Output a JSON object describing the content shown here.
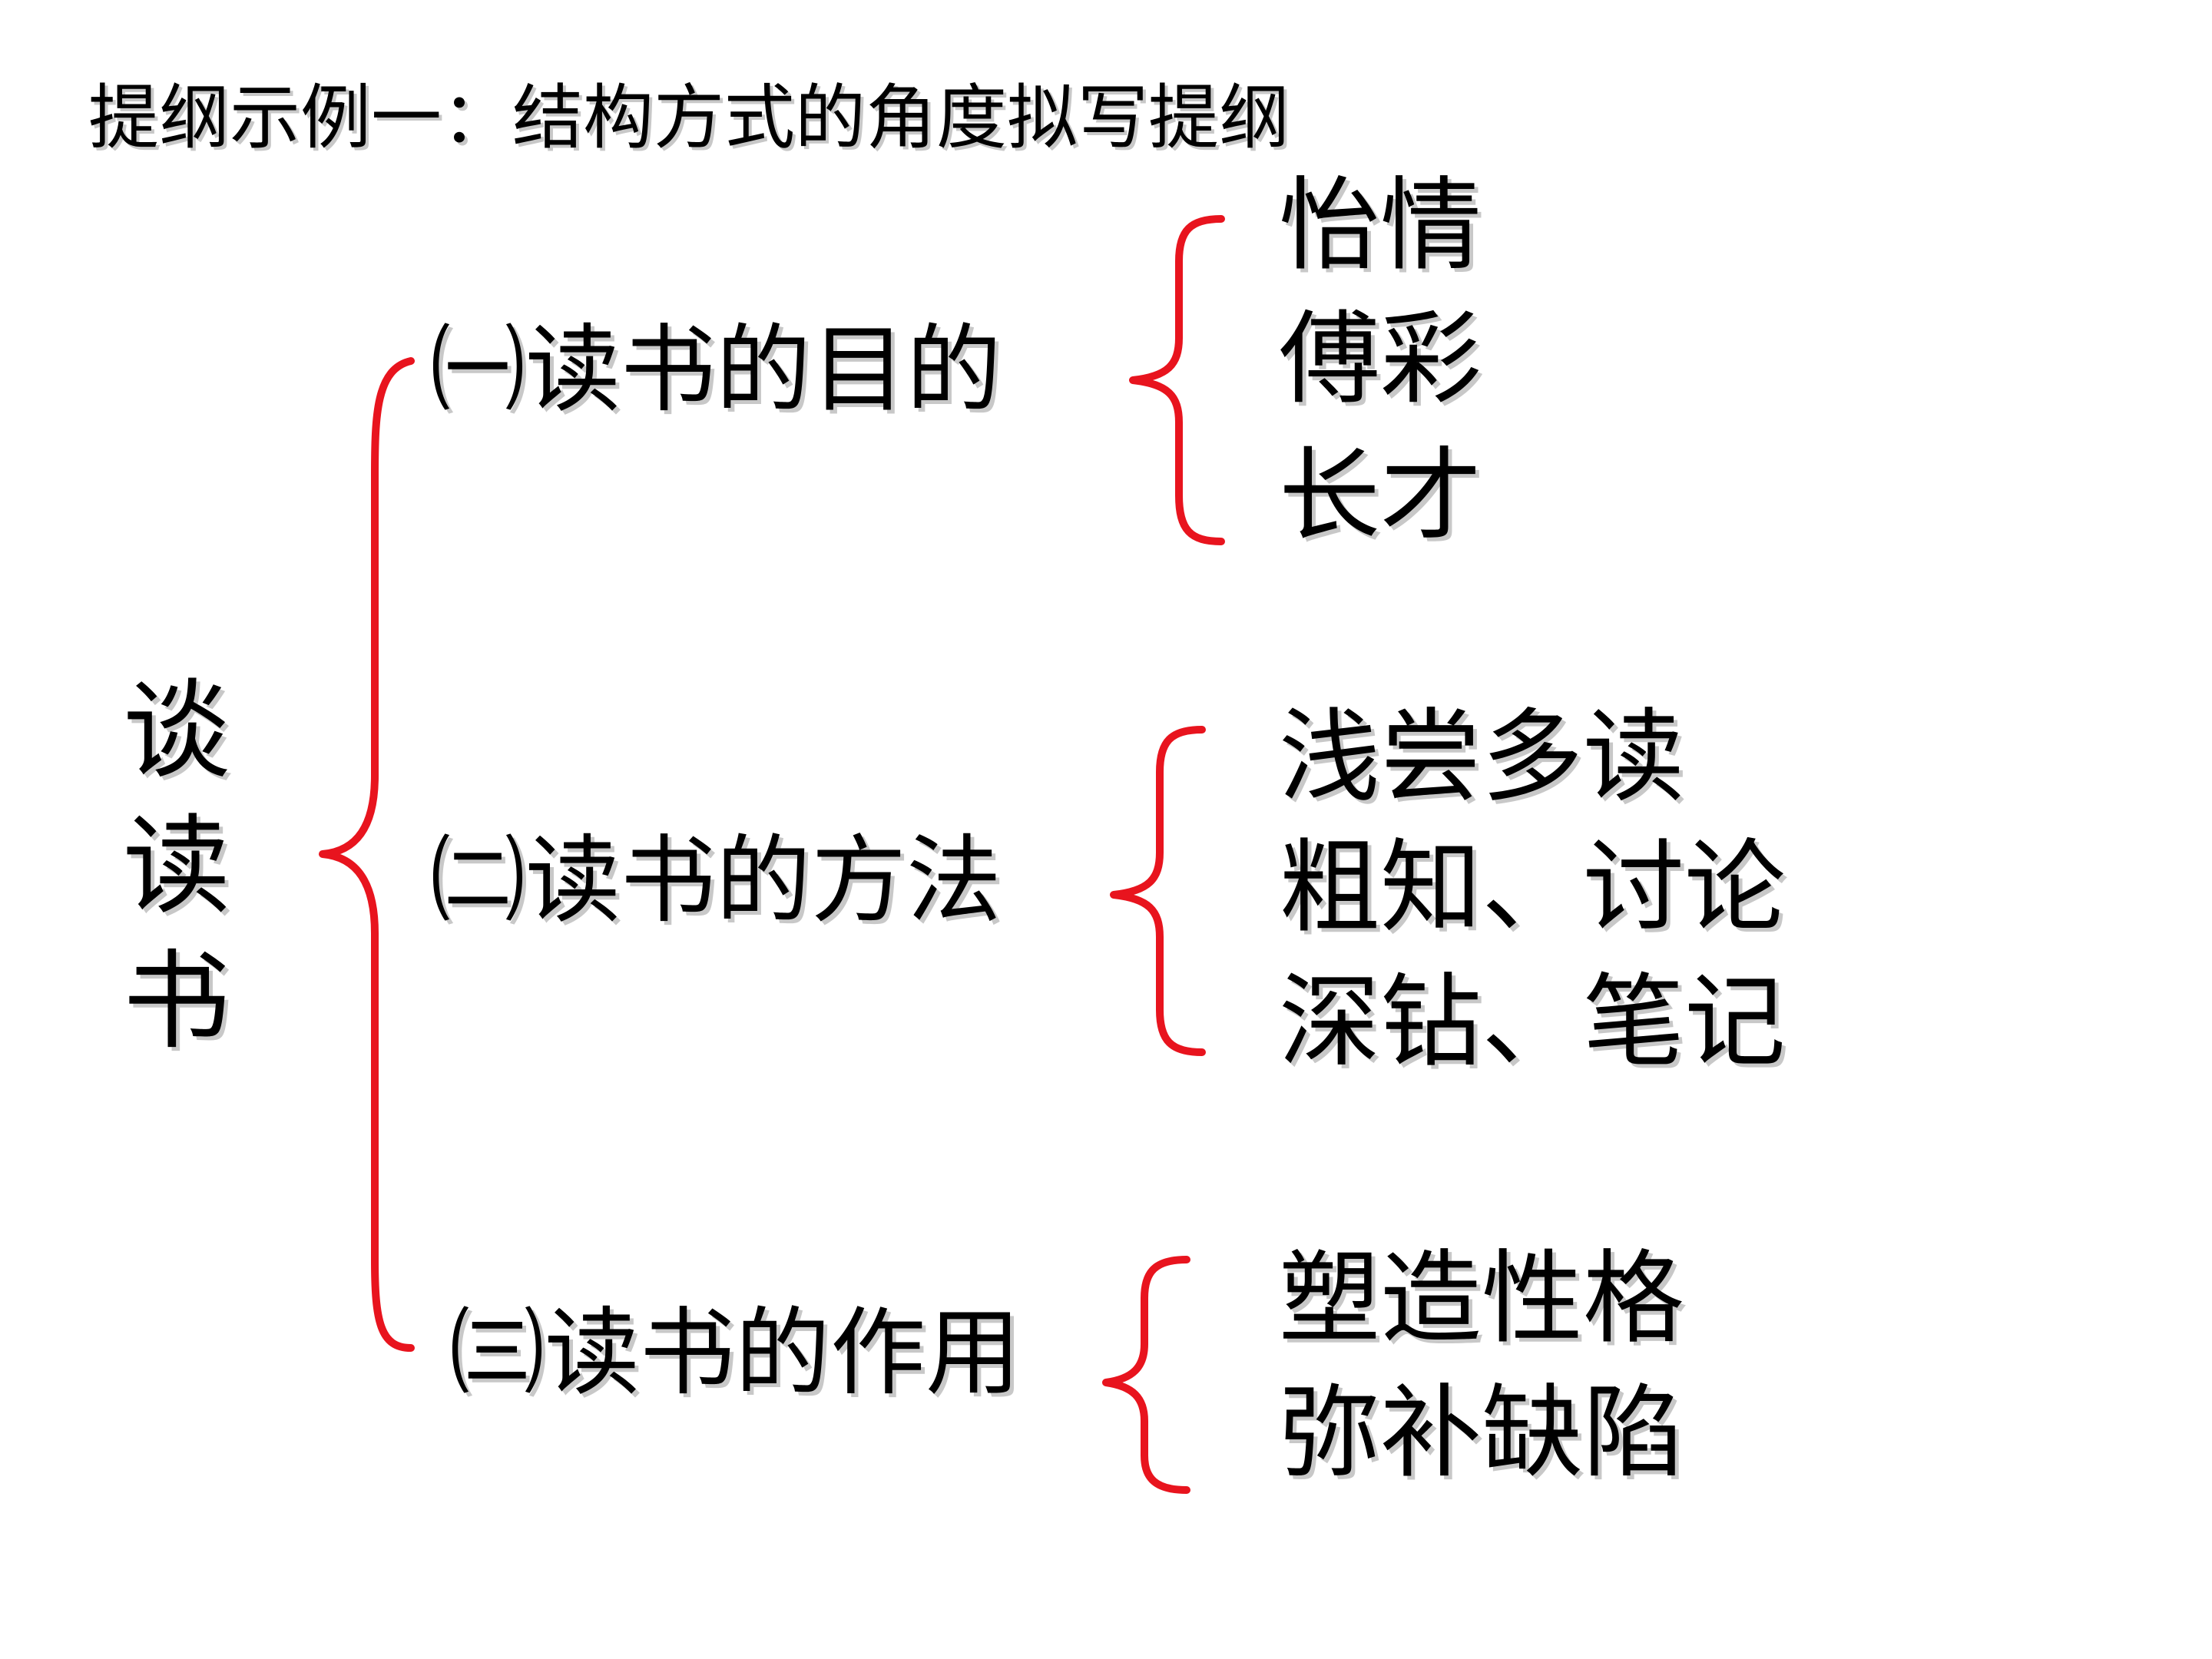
{
  "title": "提纲示例一：结构方式的角度拟写提纲",
  "root": {
    "chars": [
      "谈",
      "读",
      "书"
    ]
  },
  "sections": [
    {
      "label": "㈠读书的目的",
      "items": [
        "怡情",
        "傅彩",
        "长才"
      ]
    },
    {
      "label": "㈡读书的方法",
      "items": [
        "浅尝多读",
        "粗知、讨论",
        "深钻、笔记"
      ]
    },
    {
      "label": "㈢读书的作用",
      "items": [
        "塑造性格",
        "弥补缺陷"
      ]
    }
  ],
  "colors": {
    "brace": "#e8141e",
    "text": "#000000",
    "text_shadow": "#c8c8c8",
    "background": "#ffffff"
  }
}
